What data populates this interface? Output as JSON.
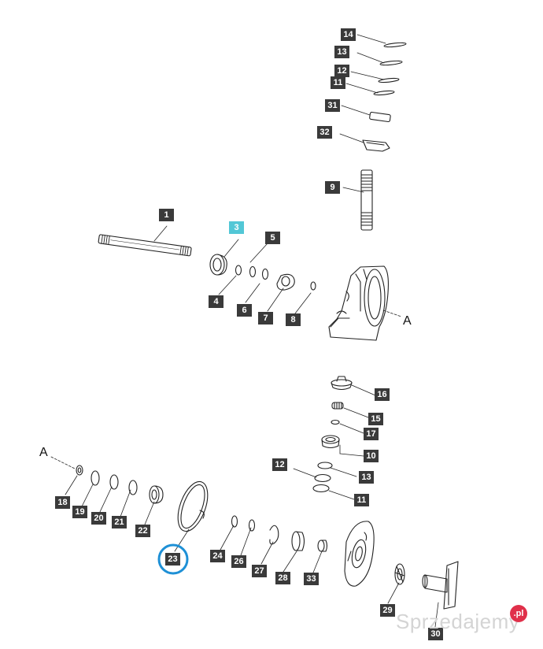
{
  "labels": {
    "p1": "1",
    "p3": "3",
    "p4": "4",
    "p5": "5",
    "p6": "6",
    "p7": "7",
    "p8": "8",
    "p9": "9",
    "p10": "10",
    "p11a": "11",
    "p11b": "11",
    "p12a": "12",
    "p12b": "12",
    "p13a": "13",
    "p13b": "13",
    "p14": "14",
    "p15": "15",
    "p16": "16",
    "p17": "17",
    "p18": "18",
    "p19": "19",
    "p20": "20",
    "p21": "21",
    "p22": "22",
    "p23": "23",
    "p24": "24",
    "p26": "26",
    "p27": "27",
    "p28": "28",
    "p29": "29",
    "p30": "30",
    "p31": "31",
    "p32": "32",
    "p33": "33"
  },
  "ref_letter_top": "A",
  "ref_letter_bottom": "A",
  "watermark": {
    "text": "Sprzedajemy",
    "suffix": ".pl"
  },
  "highlight": {
    "label": "3",
    "color": "#52c7d6"
  },
  "selection": {
    "part": "23",
    "color": "#1e90d6"
  },
  "colors": {
    "label_bg": "#3a3a3a",
    "line": "#222222",
    "watermark": "#d4d4d4",
    "watermark_dot": "#e0304a"
  }
}
